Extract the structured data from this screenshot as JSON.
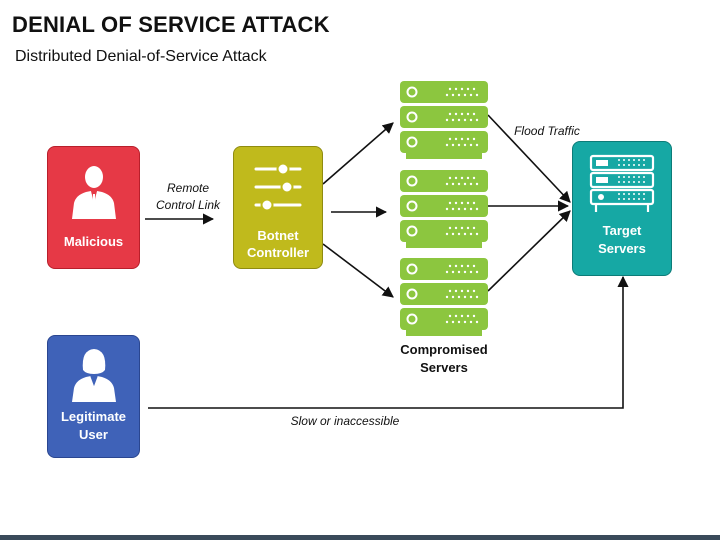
{
  "title": "DENIAL OF SERVICE ATTACK",
  "subtitle": "Distributed Denial-of-Service Attack",
  "nodes": {
    "malicious": {
      "label": "Malicious",
      "icon": "male-user-icon",
      "color": "#e63946"
    },
    "legitimate": {
      "label_line1": "Legitimate",
      "label_line2": "User",
      "icon": "female-user-icon",
      "color": "#3f62b8"
    },
    "botnet": {
      "label_line1": "Botnet",
      "label_line2": "Controller",
      "icon": "sliders-icon",
      "color": "#c0ba1c"
    },
    "compromised": {
      "label_line1": "Compromised",
      "label_line2": "Servers",
      "icon": "server-rack-icon",
      "color": "#8cc63f"
    },
    "target": {
      "label_line1": "Target",
      "label_line2": "Servers",
      "icon": "server-rack-icon",
      "color": "#16a8a4"
    }
  },
  "edges": {
    "remote_control_line1": "Remote",
    "remote_control_line2": "Control Link",
    "flood_traffic": "Flood Traffic",
    "slow_access": "Slow or inaccessible"
  }
}
